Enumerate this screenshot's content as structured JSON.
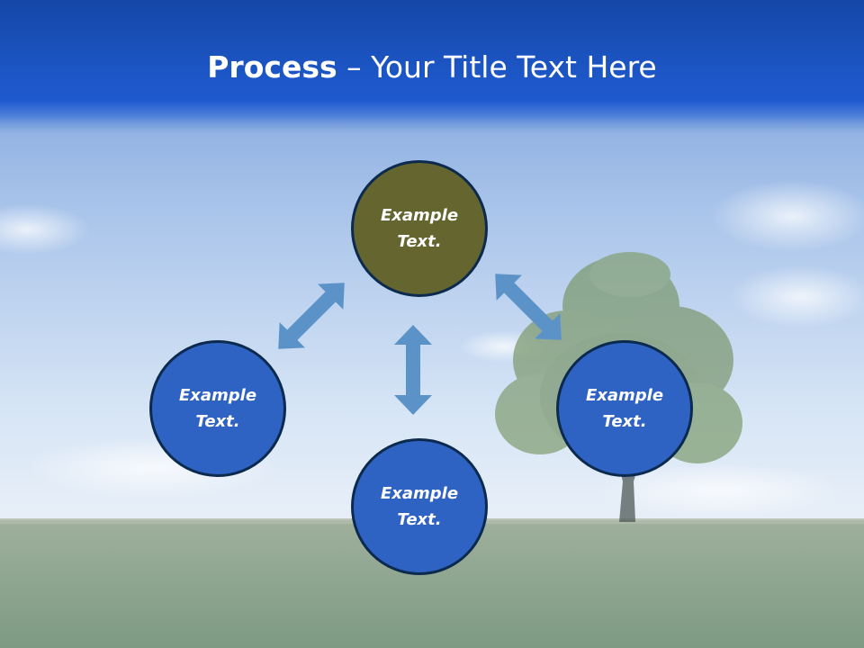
{
  "title": {
    "bold": "Process",
    "separator": " – ",
    "rest": "Your Title Text Here"
  },
  "nodes": {
    "top": {
      "label": "Example Text."
    },
    "left": {
      "label": "Example Text."
    },
    "right": {
      "label": "Example Text."
    },
    "bottom": {
      "label": "Example Text."
    }
  },
  "colors": {
    "title_bar": "#1d55c4",
    "node_top": "#65652f",
    "node_blue": "#2f63c3",
    "node_border": "#0c2a4e",
    "arrow": "#5b93c9"
  },
  "icons": [
    "double-arrow-icon"
  ]
}
